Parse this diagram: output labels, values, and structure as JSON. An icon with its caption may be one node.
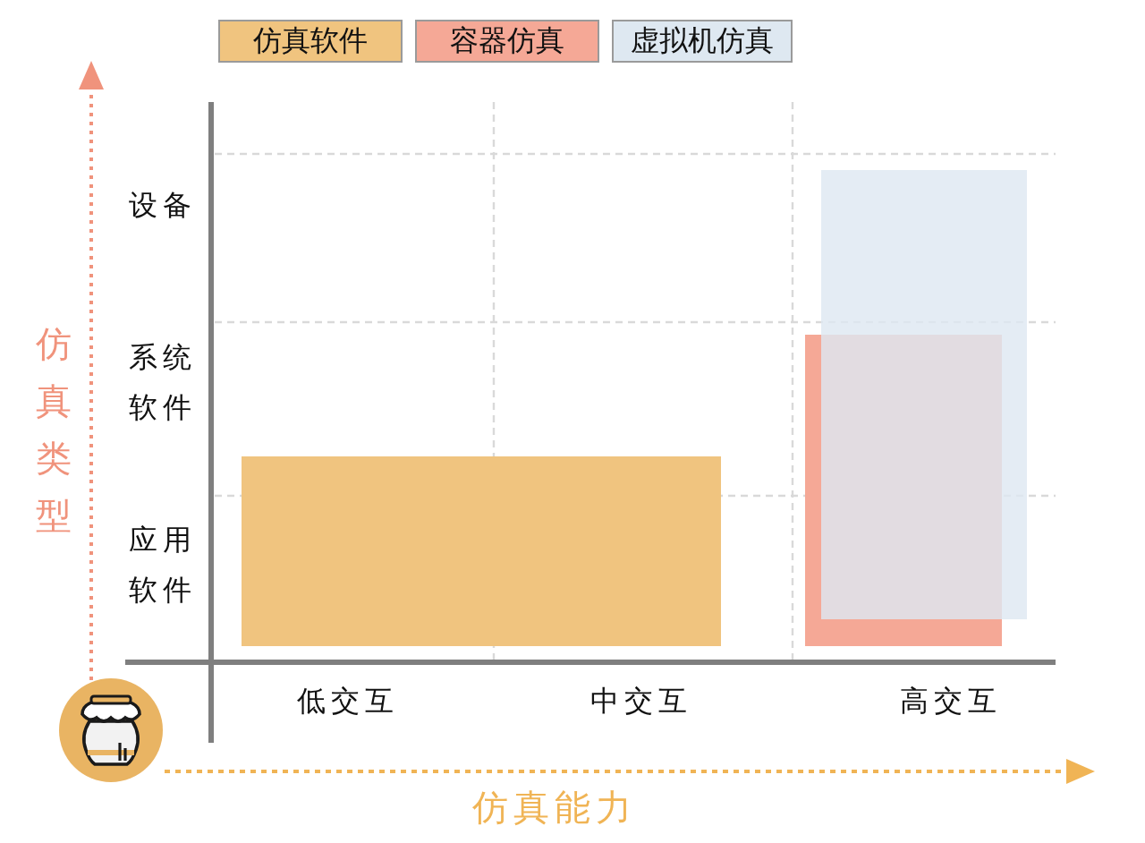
{
  "diagram": {
    "labels": [
      "仿真类型",
      "设备",
      "系统软件",
      "应用软件",
      "低交互",
      "中交互",
      "高交互",
      "仿真能力"
    ],
    "legend": [
      {
        "text": "仿真软件",
        "color": "#f0c47f"
      },
      {
        "text": "容器仿真",
        "color": "#f5a896"
      },
      {
        "text": "虚拟机仿真",
        "color": "#dee8f1"
      }
    ]
  }
}
